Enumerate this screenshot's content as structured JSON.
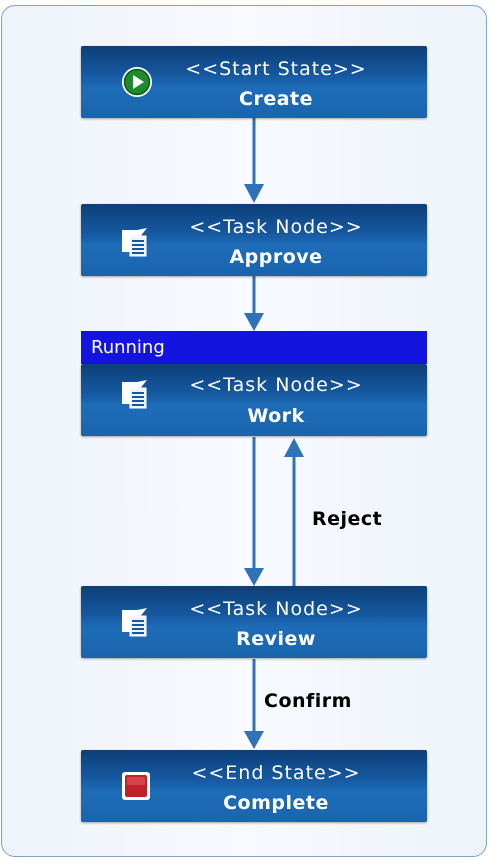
{
  "nodes": {
    "create": {
      "stereotype": "<<Start State>>",
      "name": "Create",
      "icon": "play-icon"
    },
    "approve": {
      "stereotype": "<<Task Node>>",
      "name": "Approve",
      "icon": "task-document-icon"
    },
    "work": {
      "stereotype": "<<Task Node>>",
      "name": "Work",
      "icon": "task-document-icon",
      "status": "Running"
    },
    "review": {
      "stereotype": "<<Task Node>>",
      "name": "Review",
      "icon": "task-document-icon"
    },
    "complete": {
      "stereotype": "<<End State>>",
      "name": "Complete",
      "icon": "stop-icon"
    }
  },
  "edges": {
    "reject_label": "Reject",
    "confirm_label": "Confirm"
  },
  "colors": {
    "node_fill": "#1558a0",
    "running_bar": "#1414e0",
    "edge": "#2f72b8",
    "panel_border": "#7fa2c6"
  }
}
